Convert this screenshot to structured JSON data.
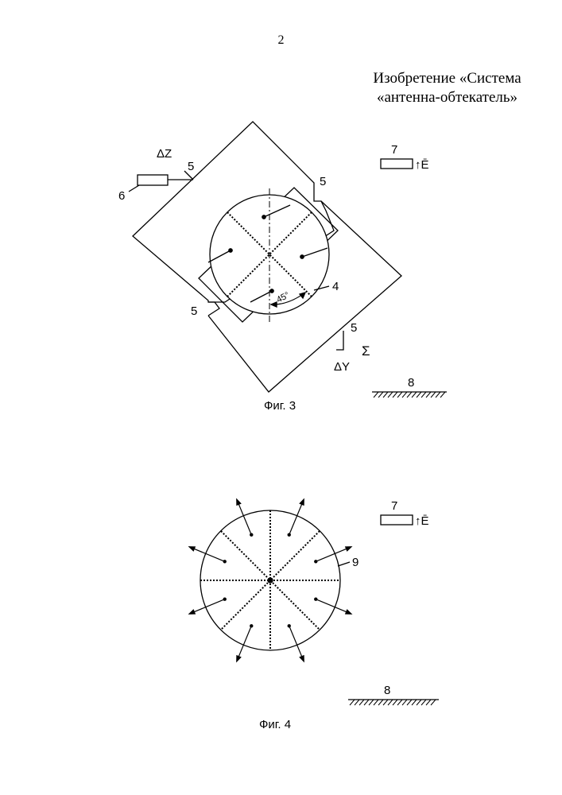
{
  "page_number": "2",
  "title": {
    "line1": "Изобретение «Система",
    "line2": "«антенна-обтекатель»"
  },
  "figure3": {
    "caption": "Фиг. 3",
    "label_dz": "ΔZ",
    "label_dy": "ΔY",
    "label_sigma": "Σ",
    "label_angle": "45°",
    "ref_4": "4",
    "ref_5": "5",
    "ref_6": "6",
    "ref_7": "7",
    "ref_8": "8",
    "e_label": "↑Ē"
  },
  "figure4": {
    "caption": "Фиг. 4",
    "ref_7": "7",
    "ref_8": "8",
    "ref_9": "9",
    "e_label": "↑Ē"
  }
}
